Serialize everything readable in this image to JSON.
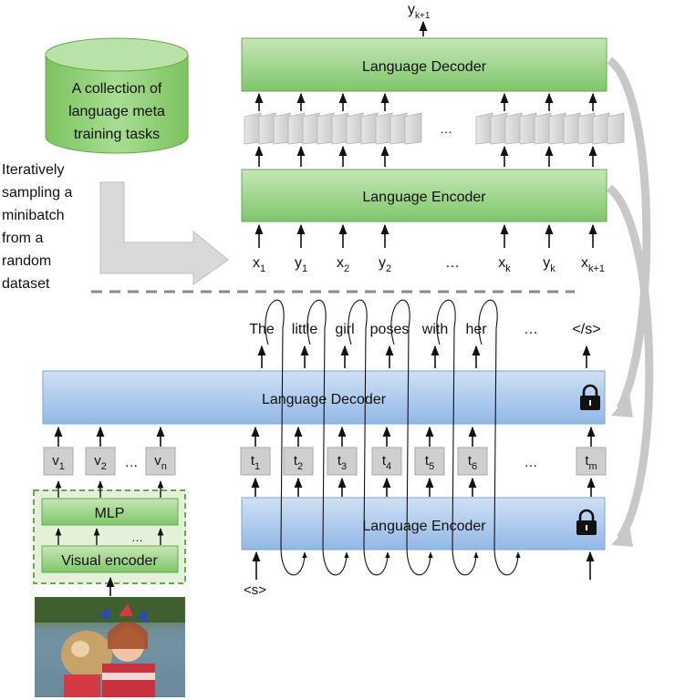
{
  "meta_stage": {
    "output_label": "y",
    "output_sub": "k+1",
    "decoder_label": "Language Decoder",
    "encoder_label": "Language Encoder",
    "ellipsis": "…",
    "dataset_text": [
      "A collection of",
      "language meta",
      "training tasks"
    ],
    "sampling_text": [
      "Iteratively",
      "sampling a",
      "minibatch",
      "from a",
      "random",
      "dataset"
    ],
    "sequence": [
      {
        "base": "x",
        "sub": "1"
      },
      {
        "base": "y",
        "sub": "1"
      },
      {
        "base": "x",
        "sub": "2"
      },
      {
        "base": "y",
        "sub": "2"
      },
      {
        "base": "…",
        "sub": ""
      },
      {
        "base": "x",
        "sub": "k"
      },
      {
        "base": "y",
        "sub": "k"
      },
      {
        "base": "x",
        "sub": "k+1"
      }
    ]
  },
  "caption_stage": {
    "decoder_label": "Language Decoder",
    "encoder_label": "Language Encoder",
    "mlp_label": "MLP",
    "visual_encoder_label": "Visual encoder",
    "start_token": "<s>",
    "ellipsis": "…",
    "words": [
      "The",
      "little",
      "girl",
      "poses",
      "with",
      "her",
      "…",
      "</s>"
    ],
    "visual_tokens": [
      {
        "base": "v",
        "sub": "1"
      },
      {
        "base": "v",
        "sub": "2"
      },
      {
        "base": "…",
        "sub": ""
      },
      {
        "base": "v",
        "sub": "n"
      }
    ],
    "text_tokens": [
      {
        "base": "t",
        "sub": "1"
      },
      {
        "base": "t",
        "sub": "2"
      },
      {
        "base": "t",
        "sub": "3"
      },
      {
        "base": "t",
        "sub": "4"
      },
      {
        "base": "t",
        "sub": "5"
      },
      {
        "base": "t",
        "sub": "6"
      },
      {
        "base": "…",
        "sub": ""
      },
      {
        "base": "t",
        "sub": "m"
      }
    ]
  },
  "colors": {
    "green_fill": "#8fd07a",
    "green_stroke": "#6aa84f",
    "blue_fill": "#a9c8ec",
    "blue_stroke": "#7ea6d3",
    "token_fill": "#cfcfcf",
    "gray_arrow": "#c8c8c8"
  }
}
